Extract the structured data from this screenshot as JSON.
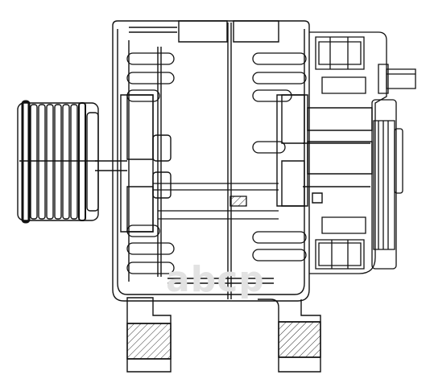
{
  "image": {
    "subject": "alternator",
    "style": "black line art on white background"
  },
  "watermark": {
    "text": "abcp"
  },
  "colors": {
    "line": "#111111",
    "background": "#ffffff",
    "watermark": "#e2e2e2",
    "hatch": "#333333"
  }
}
